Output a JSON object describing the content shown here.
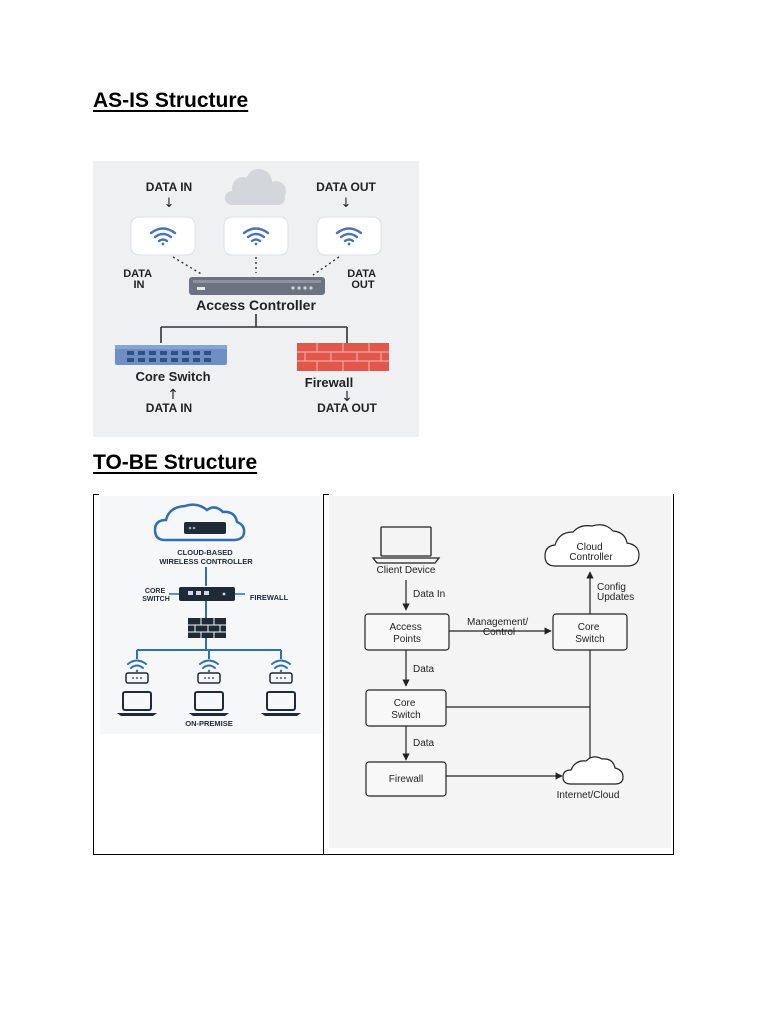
{
  "document": {
    "headings": {
      "as_is": "AS-IS Structure",
      "to_be": "TO-BE Structure"
    }
  },
  "as_is_diagram": {
    "top_left_label": "DATA IN",
    "top_right_label": "DATA OUT",
    "side_left_label": [
      "DATA",
      "IN"
    ],
    "side_right_label": [
      "DATA",
      "OUT"
    ],
    "controller_label": "Access Controller",
    "core_switch_label": "Core Switch",
    "firewall_label": "Firewall",
    "bottom_left_label": "DATA IN",
    "bottom_right_label": "DATA OUT",
    "icons": [
      "cloud-icon",
      "wifi-icon",
      "wifi-icon",
      "wifi-icon",
      "controller-icon",
      "switch-icon",
      "firewall-icon"
    ],
    "colors": {
      "background": "#eef0f2",
      "wifi": "#4a72b8",
      "switch": "#6d8fc4",
      "firewall": "#e2574c",
      "controller": "#6b7280"
    }
  },
  "to_be_left_diagram": {
    "controller_label": [
      "CLOUD-BASED",
      "WIRELESS CONTROLLER"
    ],
    "core_switch_label": [
      "CORE",
      "SWITCH"
    ],
    "firewall_label": "FIREWALL",
    "on_premise_label": "ON-PREMISE",
    "icons": [
      "cloud-icon",
      "router-icon",
      "switch-icon",
      "firewall-icon",
      "wifi-icon",
      "laptop-icon"
    ],
    "colors": {
      "outline": "#2f6fb0",
      "device": "#1f2a37"
    }
  },
  "to_be_right_diagram": {
    "nodes": {
      "client_device": "Client Device",
      "access_points": [
        "Access",
        "Points"
      ],
      "core_switch_mid": [
        "Core",
        "Switch"
      ],
      "core_switch_right": [
        "Core",
        "Switch"
      ],
      "firewall": "Firewall",
      "cloud_controller": [
        "Cloud",
        "Controller"
      ],
      "internet_cloud": "Internet/Cloud"
    },
    "edge_labels": {
      "data_in": "Data In",
      "management": [
        "Management/",
        "Control"
      ],
      "data_1": "Data",
      "data_2": "Data",
      "config": [
        "Config",
        "Updates"
      ]
    }
  }
}
